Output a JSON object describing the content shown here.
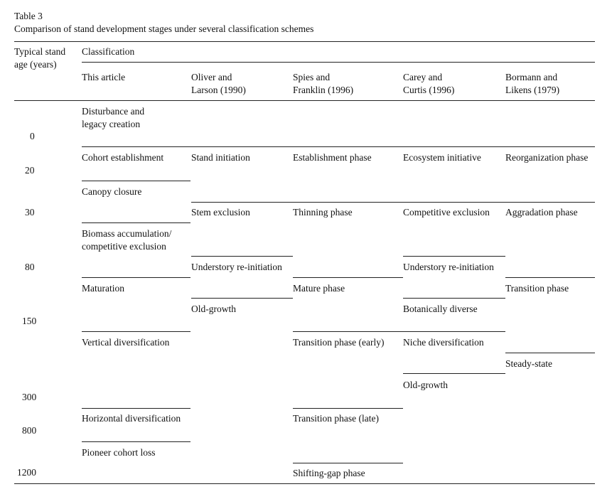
{
  "table": {
    "label": "Table 3",
    "caption": "Comparison of stand development stages under several classification schemes",
    "header": {
      "age_col": "Typical stand\nage (years)",
      "classification": "Classification",
      "schemes": [
        "This article",
        "Oliver and\nLarson (1990)",
        "Spies and\nFranklin (1996)",
        "Carey and\nCurtis (1996)",
        "Bormann and\nLikens (1979)"
      ]
    },
    "ages": [
      "0",
      "20",
      "30",
      "80",
      "150",
      "300",
      "800",
      "1200"
    ],
    "this_article": [
      "Disturbance and\nlegacy creation",
      "Cohort establishment",
      "Canopy closure",
      "Biomass accumulation/\ncompetitive exclusion",
      "Maturation",
      "Vertical diversification",
      "Horizontal diversification",
      "Pioneer cohort loss"
    ],
    "oliver_larson": [
      "Stand initiation",
      "Stem exclusion",
      "Understory re-initiation",
      "Old-growth"
    ],
    "spies_franklin": [
      "Establishment phase",
      "Thinning phase",
      "Mature phase",
      "Transition phase (early)",
      "Transition phase (late)",
      "Shifting-gap phase"
    ],
    "carey_curtis": [
      "Ecosystem initiative",
      "Competitive exclusion",
      "Understory re-initiation",
      "Botanically diverse",
      "Niche diversification",
      "Old-growth"
    ],
    "bormann_likens": [
      "Reorganization phase",
      "Aggradation phase",
      "Transition phase",
      "Steady-state"
    ]
  }
}
